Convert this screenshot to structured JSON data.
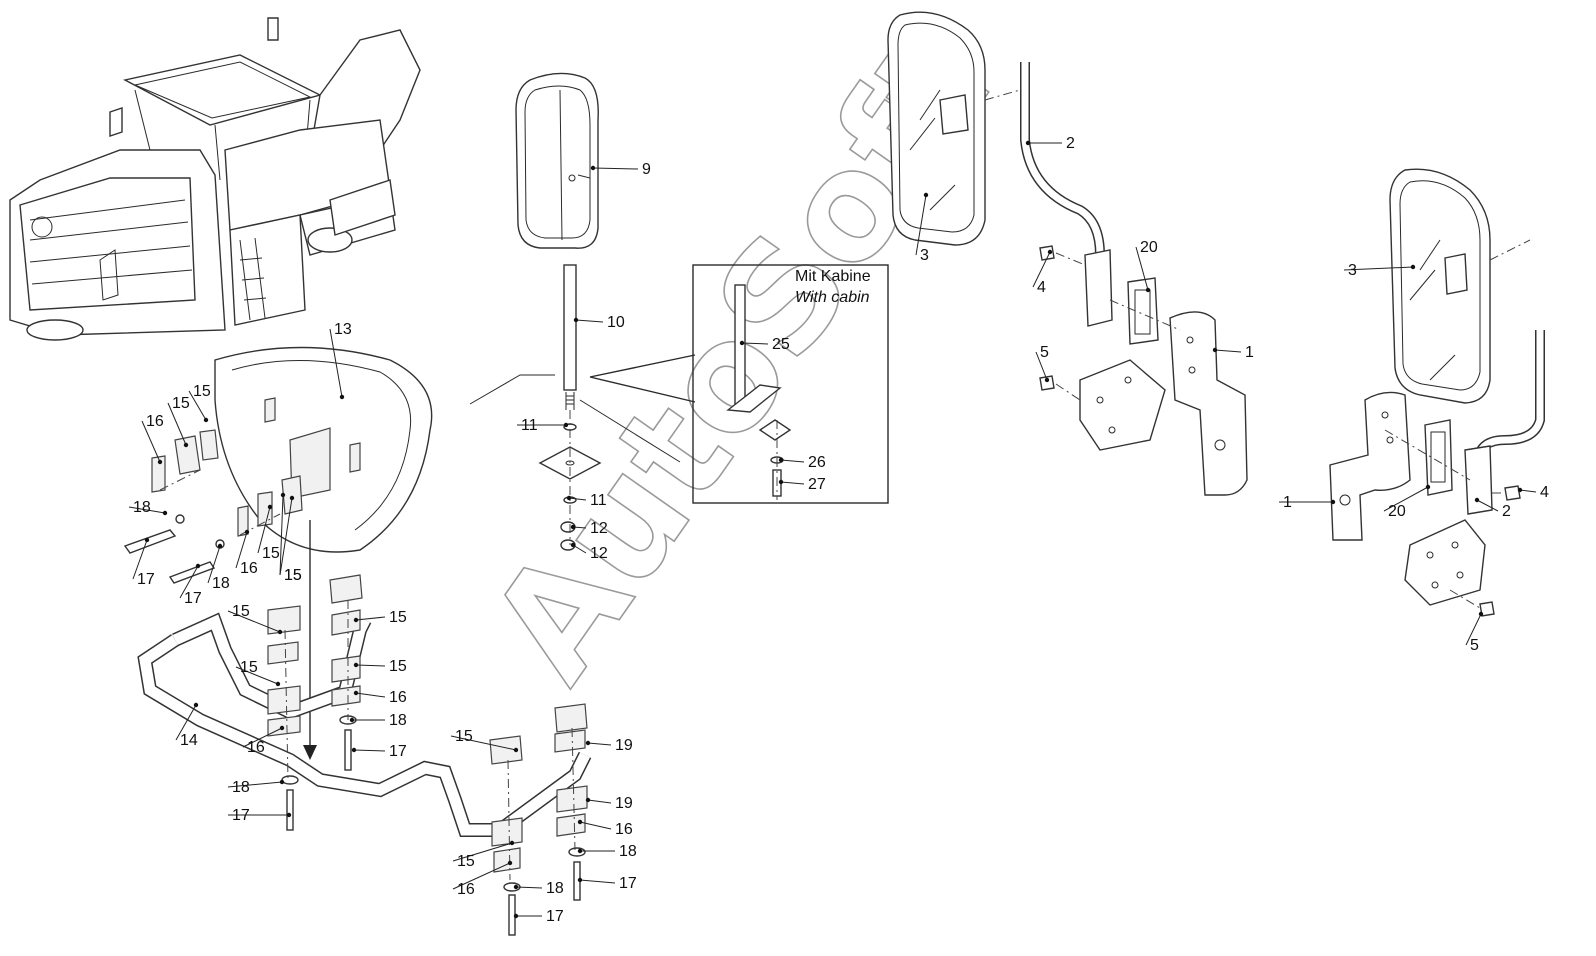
{
  "watermark": {
    "text": "AutoSoft",
    "color": "#9a9a9a"
  },
  "callout_box": {
    "title": "Mit Kabine",
    "subtitle": "With cabin"
  },
  "labels": [
    {
      "id": "l9",
      "text": "9"
    },
    {
      "id": "l10",
      "text": "10"
    },
    {
      "id": "l11a",
      "text": "11"
    },
    {
      "id": "l11b",
      "text": "11"
    },
    {
      "id": "l12a",
      "text": "12"
    },
    {
      "id": "l12b",
      "text": "12"
    },
    {
      "id": "l25",
      "text": "25"
    },
    {
      "id": "l26",
      "text": "26"
    },
    {
      "id": "l27",
      "text": "27"
    },
    {
      "id": "l13",
      "text": "13"
    },
    {
      "id": "l14",
      "text": "14"
    },
    {
      "id": "l15a",
      "text": "15"
    },
    {
      "id": "l15b",
      "text": "15"
    },
    {
      "id": "l15c",
      "text": "15"
    },
    {
      "id": "l15d",
      "text": "15"
    },
    {
      "id": "l15e",
      "text": "15"
    },
    {
      "id": "l15f",
      "text": "15"
    },
    {
      "id": "l15g",
      "text": "15"
    },
    {
      "id": "l15h",
      "text": "15"
    },
    {
      "id": "l15i",
      "text": "15"
    },
    {
      "id": "l15j",
      "text": "15"
    },
    {
      "id": "l15k",
      "text": "15"
    },
    {
      "id": "l16a",
      "text": "16"
    },
    {
      "id": "l16b",
      "text": "16"
    },
    {
      "id": "l16c",
      "text": "16"
    },
    {
      "id": "l16d",
      "text": "16"
    },
    {
      "id": "l16e",
      "text": "16"
    },
    {
      "id": "l16f",
      "text": "16"
    },
    {
      "id": "l17a",
      "text": "17"
    },
    {
      "id": "l17b",
      "text": "17"
    },
    {
      "id": "l17c",
      "text": "17"
    },
    {
      "id": "l17d",
      "text": "17"
    },
    {
      "id": "l17e",
      "text": "17"
    },
    {
      "id": "l17f",
      "text": "17"
    },
    {
      "id": "l18a",
      "text": "18"
    },
    {
      "id": "l18b",
      "text": "18"
    },
    {
      "id": "l18c",
      "text": "18"
    },
    {
      "id": "l18d",
      "text": "18"
    },
    {
      "id": "l18e",
      "text": "18"
    },
    {
      "id": "l18f",
      "text": "18"
    },
    {
      "id": "l19a",
      "text": "19"
    },
    {
      "id": "l19b",
      "text": "19"
    },
    {
      "id": "l1a",
      "text": "1"
    },
    {
      "id": "l2a",
      "text": "2"
    },
    {
      "id": "l3a",
      "text": "3"
    },
    {
      "id": "l4a",
      "text": "4"
    },
    {
      "id": "l5a",
      "text": "5"
    },
    {
      "id": "l20a",
      "text": "20"
    },
    {
      "id": "l1b",
      "text": "1"
    },
    {
      "id": "l2b",
      "text": "2"
    },
    {
      "id": "l3b",
      "text": "3"
    },
    {
      "id": "l4b",
      "text": "4"
    },
    {
      "id": "l5b",
      "text": "5"
    },
    {
      "id": "l20b",
      "text": "20"
    }
  ]
}
